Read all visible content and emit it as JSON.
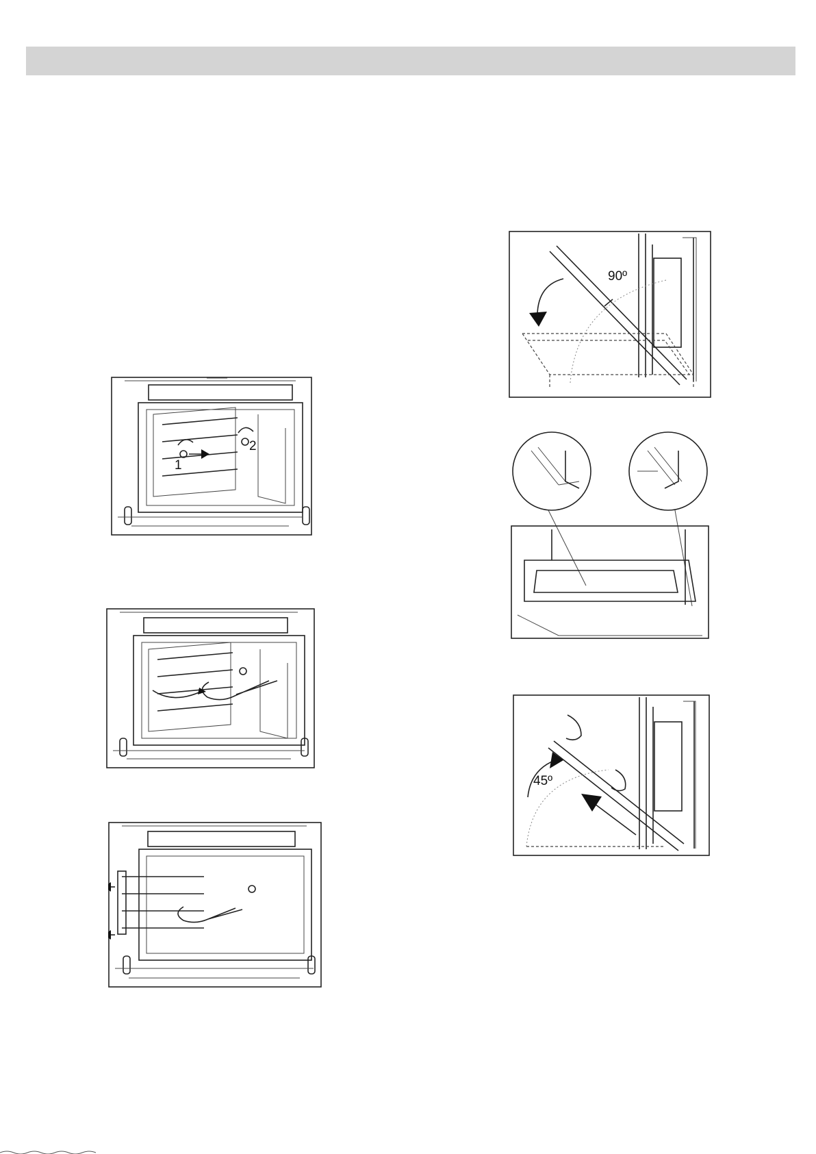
{
  "figures": {
    "step1": {
      "label_1": "1",
      "label_2": "2"
    },
    "door_remove": {
      "angle_label": "90º"
    },
    "door_refit": {
      "angle_label": "45º"
    }
  },
  "icons": {
    "rotate": "curved-arrow-icon",
    "push": "straight-arrow-icon"
  }
}
